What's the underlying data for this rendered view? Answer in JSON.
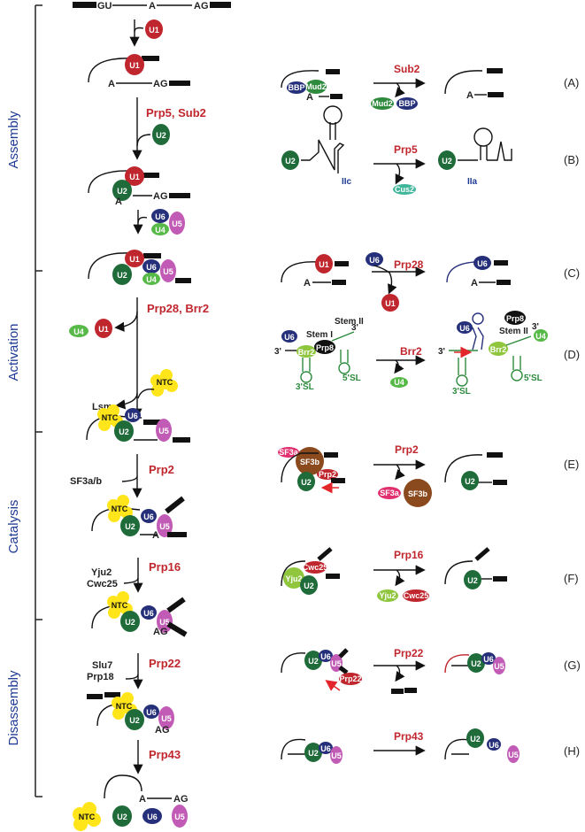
{
  "stages": [
    "Assembly",
    "Activation",
    "Catalysis",
    "Disassembly"
  ],
  "pre_mrna": {
    "gu": "GU",
    "a": "A",
    "ag": "AG"
  },
  "snrnps": {
    "u1": "U1",
    "u2": "U2",
    "u4": "U4",
    "u5": "U5",
    "u6": "U6",
    "ntc": "NTC"
  },
  "left_steps": {
    "prp5_sub2": "Prp5, Sub2",
    "prp28_brr2": "Prp28, Brr2",
    "lsm": "Lsm",
    "prp2": "Prp2",
    "sf3ab": "SF3a/b",
    "prp16": "Prp16",
    "yju2": "Yju2",
    "cwc25": "Cwc25",
    "prp22": "Prp22",
    "slu7": "Slu7",
    "prp18": "Prp18",
    "prp43": "Prp43"
  },
  "panels": [
    {
      "id": "(A)",
      "enzyme": "Sub2",
      "factors": [
        "BBP",
        "Mud2"
      ]
    },
    {
      "id": "(B)",
      "enzyme": "Prp5",
      "labels": [
        "IIc",
        "IIa",
        "Cus2"
      ]
    },
    {
      "id": "(C)",
      "enzyme": "Prp28"
    },
    {
      "id": "(D)",
      "enzyme": "Brr2",
      "labels": [
        "Stem I",
        "Stem II",
        "3'",
        "5'SL",
        "3'SL",
        "Prp8",
        "Brr2"
      ]
    },
    {
      "id": "(E)",
      "enzyme": "Prp2",
      "factors": [
        "SF3a",
        "SF3b"
      ]
    },
    {
      "id": "(F)",
      "enzyme": "Prp16",
      "factors": [
        "Yju2",
        "Cwc25"
      ]
    },
    {
      "id": "(G)",
      "enzyme": "Prp22"
    },
    {
      "id": "(H)",
      "enzyme": "Prp43"
    }
  ],
  "colors": {
    "u1": "#c0262d",
    "u2": "#1f6b3a",
    "u4": "#57b947",
    "u5": "#c25bb5",
    "u6": "#26307a",
    "ntc": "#ffe51a",
    "sf3b": "#8b4a1e",
    "sf3a": "#e0306f",
    "prp8": "#111111",
    "brr2": "#8fc63e",
    "stage_text": "#1f3a93",
    "enzyme_text": "#c0262d"
  }
}
